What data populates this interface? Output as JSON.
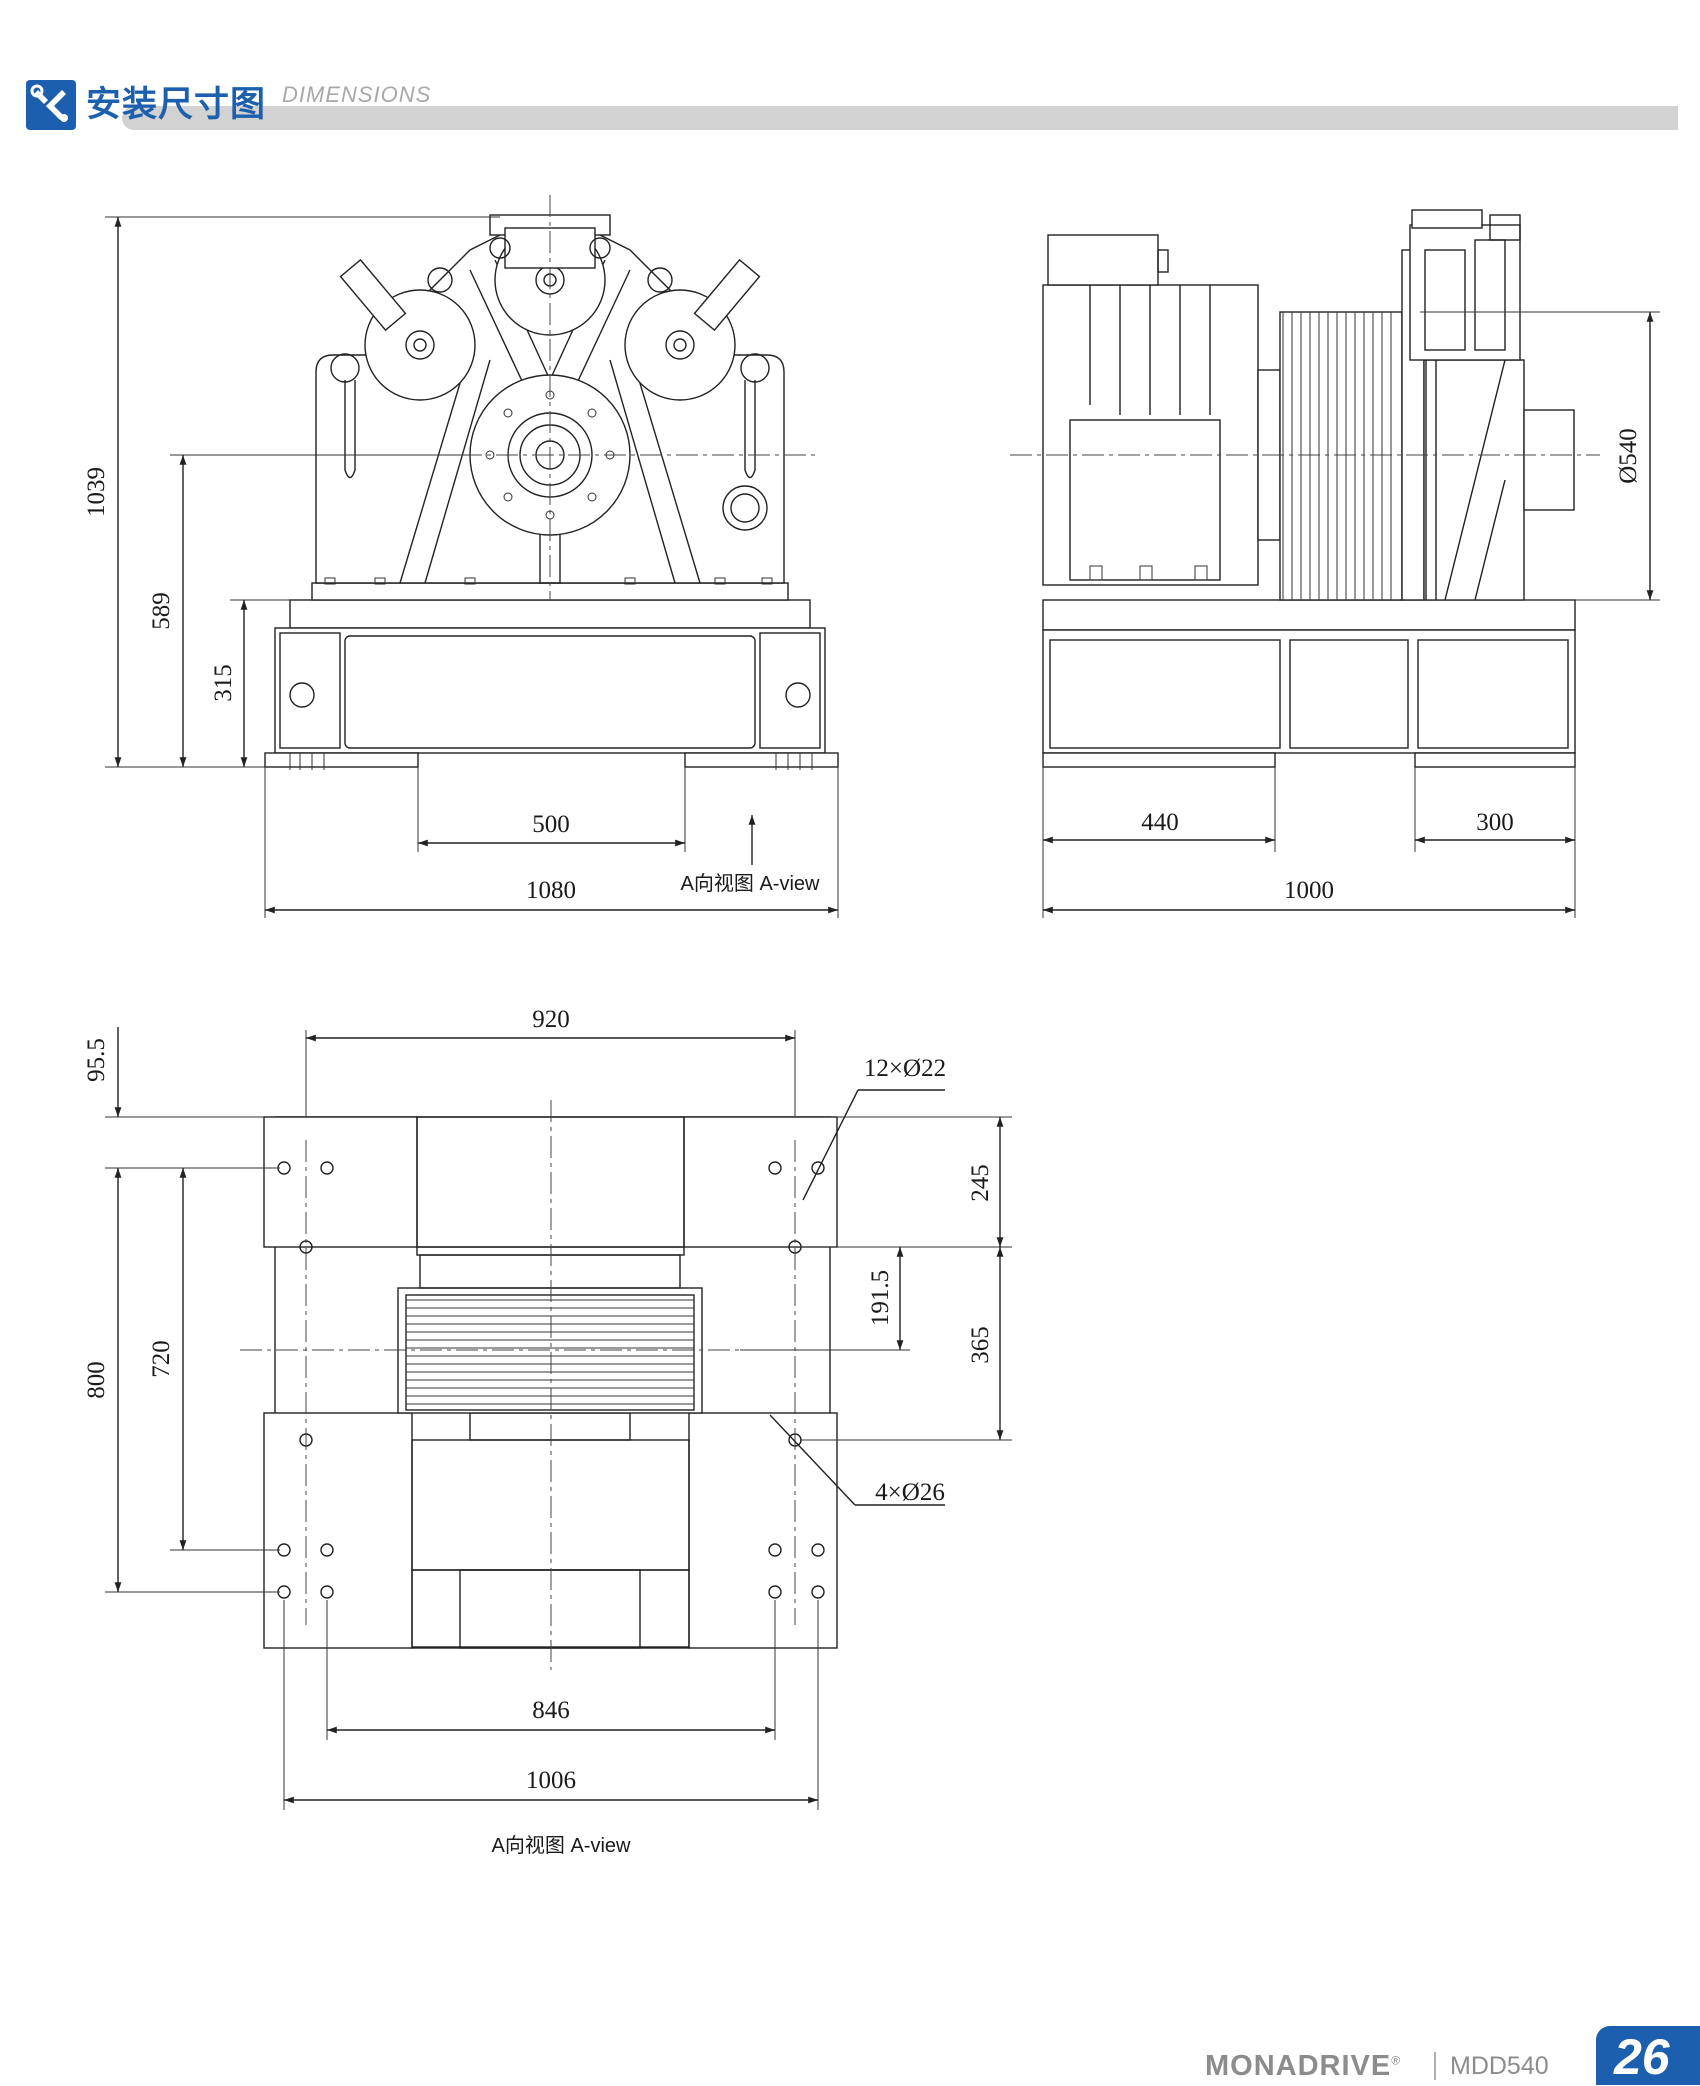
{
  "header": {
    "icon": "tools-icon",
    "title": "安装尺寸图",
    "subtitle": "DIMENSIONS",
    "accent_color": "#1b5fae"
  },
  "front_view": {
    "dims": {
      "height_total": "1039",
      "height_axis": "589",
      "height_base": "315",
      "width_mid": "500",
      "width_total": "1080"
    },
    "caption": "A向视图 A-view"
  },
  "side_view": {
    "dims": {
      "sheave_dia": "Ø540",
      "left": "440",
      "right": "300",
      "total": "1000"
    }
  },
  "plan_view": {
    "dims": {
      "top_width": "920",
      "top_offset": "95.5",
      "holes_a": "12×Ø22",
      "right_upper": "245",
      "mid": "191.5",
      "right_lower": "365",
      "holes_b": "4×Ø26",
      "height_total": "800",
      "height_inner": "720",
      "bottom_inner": "846",
      "bottom_total": "1006"
    },
    "caption": "A向视图 A-view"
  },
  "footer": {
    "brand": "MONADRIVE",
    "registered": "®",
    "model": "MDD540",
    "page": "26"
  }
}
